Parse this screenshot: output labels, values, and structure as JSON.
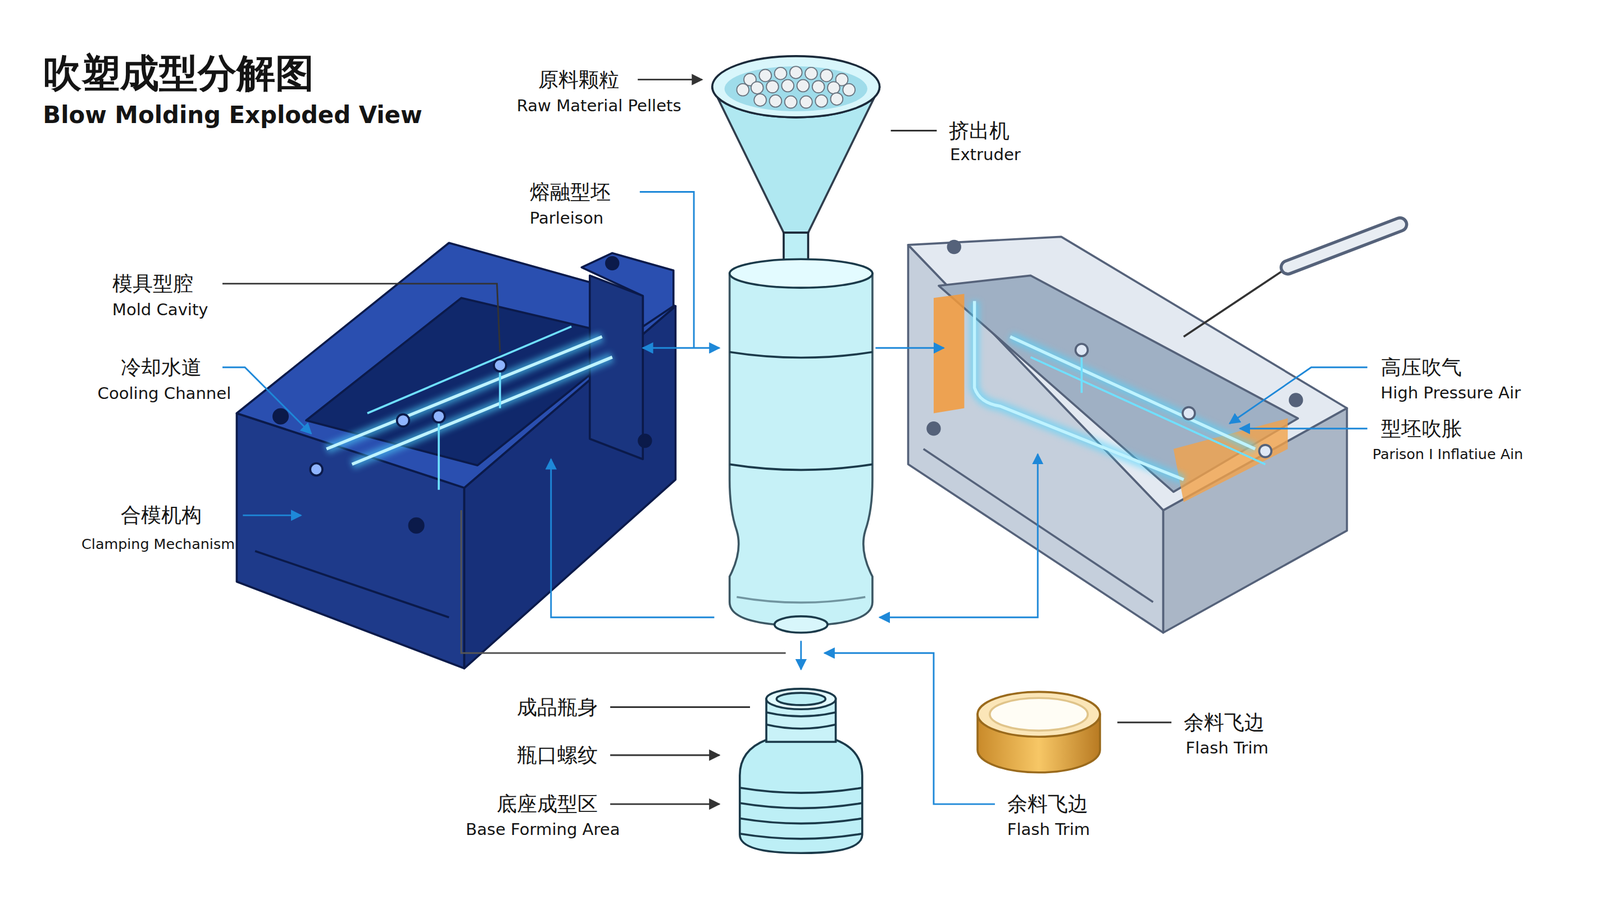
{
  "diagram": {
    "title": "吹塑成型分解图",
    "labels": [
      "Blow Molding Exploded View",
      "原料颗粒",
      "Raw Material Pellets",
      "挤出机",
      "Extruder",
      "熔融型坯",
      "Parleison",
      "模具型腔",
      "Mold Cavity",
      "冷却水道",
      "Cooling Channel",
      "合模机构",
      "Clamping Mechanism",
      "高压吹气",
      "High Pressure Air",
      "型坯吹胀",
      "Parison I Inflatiue Ain",
      "成品瓶身",
      "瓶口螺纹",
      "底座成型区",
      "Base Forming Area",
      "余料飞边",
      "Flash Trim",
      "余料飞边",
      "Flash Trim"
    ]
  }
}
